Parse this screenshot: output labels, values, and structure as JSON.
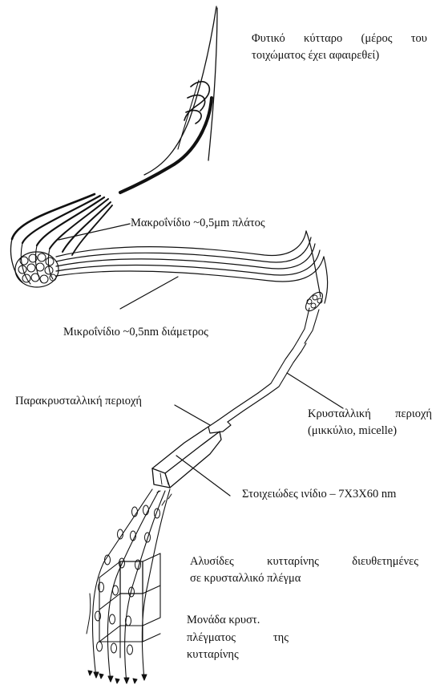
{
  "labels": {
    "plant_cell_1": "Φυτικό κύτταρο (μέρος του",
    "plant_cell_2": "τοιχώματος έχει αφαιρεθεί)",
    "macrofibril": "Μακροΐνίδιο ~0,5μm πλάτος",
    "microfibril": "Μικροΐνίδιο ~0,5nm διάμετρος",
    "paracrystalline": "Παρακρυσταλλική περιοχή",
    "crystalline_1": "Κρυσταλλική περιοχή",
    "crystalline_2": "(μικκύλιο, micelle)",
    "elementary_fibril": "Στοιχειώδες ινίδιο – 7X3X60 nm",
    "chains_1": "Αλυσίδες κυτταρίνης διευθετημένες",
    "chains_2": "σε κρυσταλλικό πλέγμα",
    "unit_1": "Μονάδα κρυστ.",
    "unit_2": "πλέγματος της",
    "unit_3": "κυτταρίνης"
  }
}
